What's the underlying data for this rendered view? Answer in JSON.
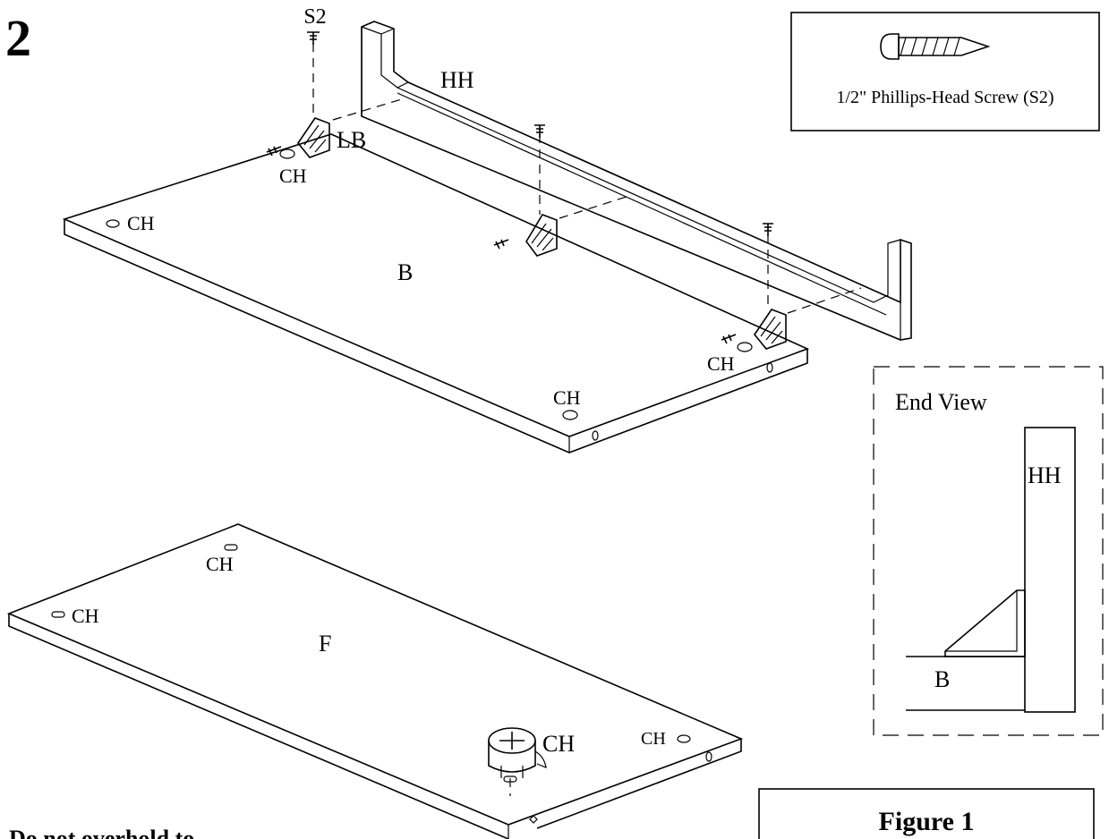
{
  "step_number": "2",
  "legend": {
    "screw_caption": "1/2\" Phillips-Head Screw (S2)"
  },
  "labels": {
    "s2": "S2",
    "hh": "HH",
    "lb": "LB",
    "ch": "CH",
    "b": "B",
    "f": "F"
  },
  "end_view": {
    "title": "End View",
    "hh": "HH",
    "b": "B"
  },
  "figure_label": "Figure 1",
  "cut_off_text": "Do not overhold to ..."
}
